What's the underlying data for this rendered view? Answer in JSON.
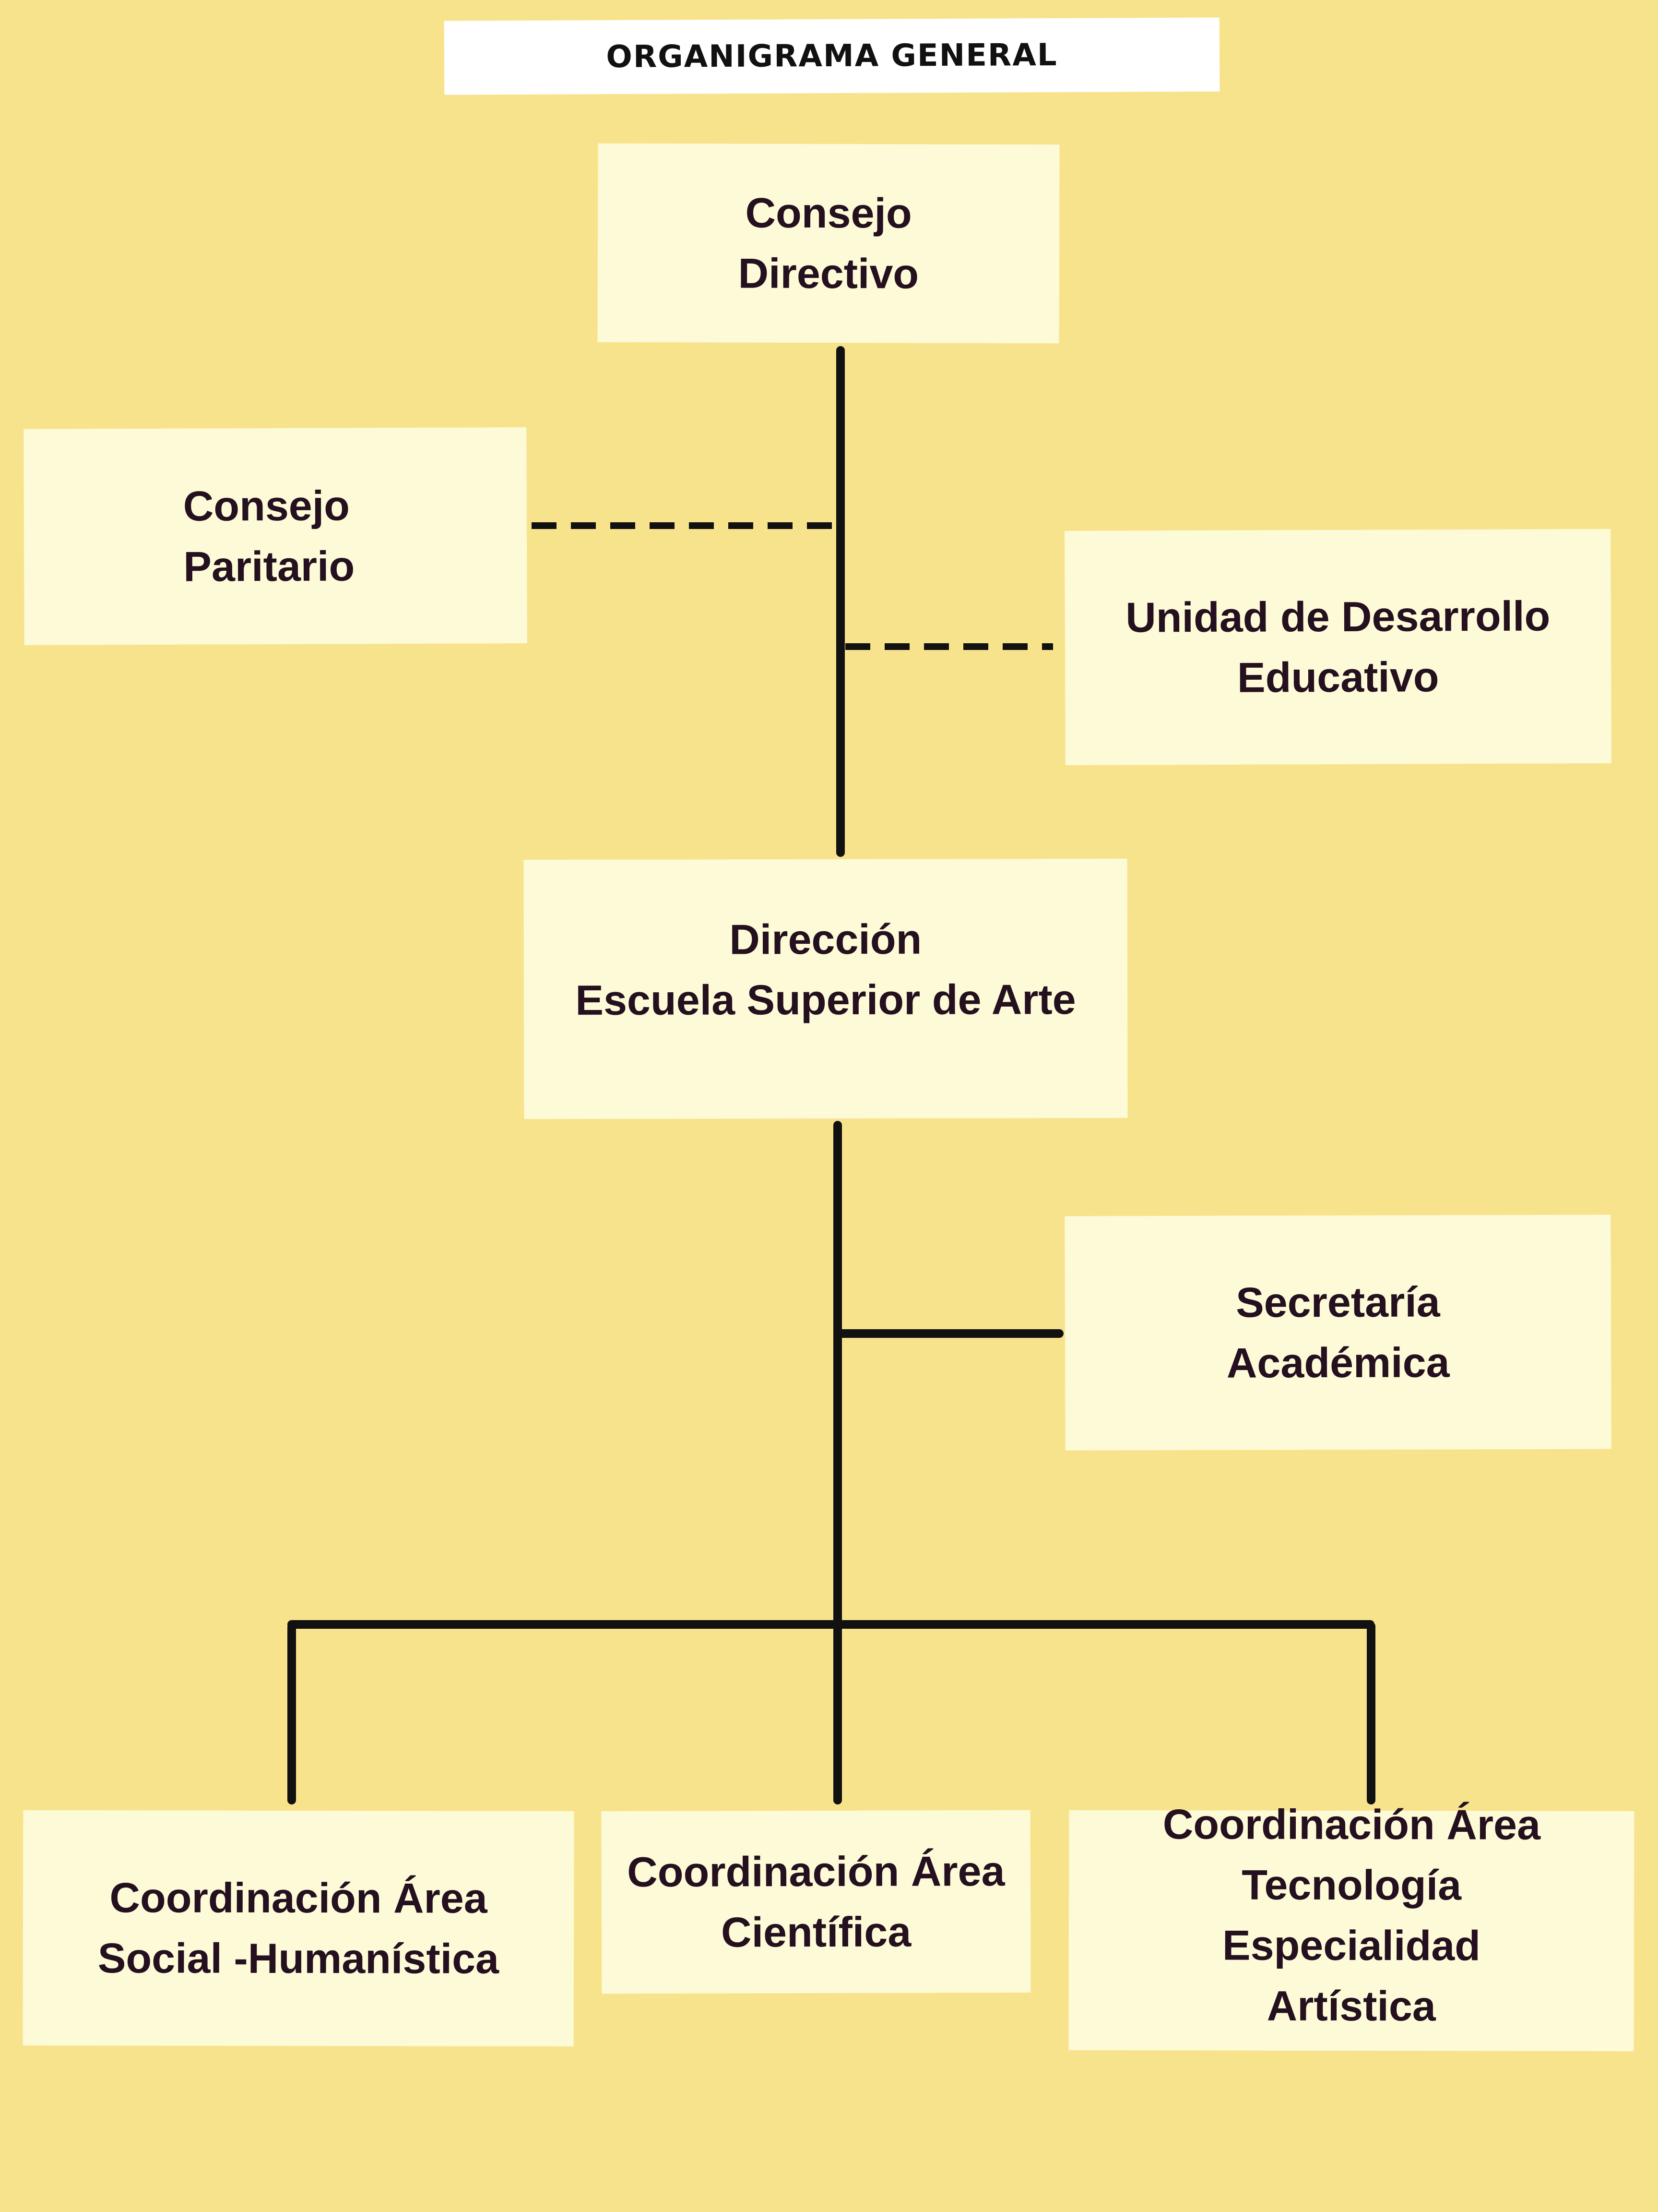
{
  "title": "ORGANIGRAMA GENERAL",
  "colors": {
    "background": "#F8E38D",
    "box_fill": "#FDFAD8",
    "text": "#24101E",
    "lines": "#111111"
  },
  "nodes": {
    "consejo_directivo": "Consejo\nDirectivo",
    "consejo_paritario": "Consejo\nParitario",
    "unidad_desarrollo": "Unidad de Desarrollo\nEducativo",
    "direccion": "Dirección\nEscuela Superior de Arte",
    "secretaria_academica": "Secretaría\nAcadémica",
    "coord_social": "Coordinación Área\nSocial -Humanística",
    "coord_cientifica": "Coordinación Área\nCientífica",
    "coord_tecnologia": "Coordinación Área\nTecnología\nEspecialidad\nArtística"
  },
  "edges": [
    {
      "from": "consejo_directivo",
      "to": "direccion",
      "style": "solid"
    },
    {
      "from": "consejo_paritario",
      "to": "consejo_directivo",
      "style": "dashed"
    },
    {
      "from": "unidad_desarrollo",
      "to": "consejo_directivo",
      "style": "dashed"
    },
    {
      "from": "direccion",
      "to": "secretaria_academica",
      "style": "solid"
    },
    {
      "from": "direccion",
      "to": "coord_social",
      "style": "solid"
    },
    {
      "from": "direccion",
      "to": "coord_cientifica",
      "style": "solid"
    },
    {
      "from": "direccion",
      "to": "coord_tecnologia",
      "style": "solid"
    }
  ]
}
